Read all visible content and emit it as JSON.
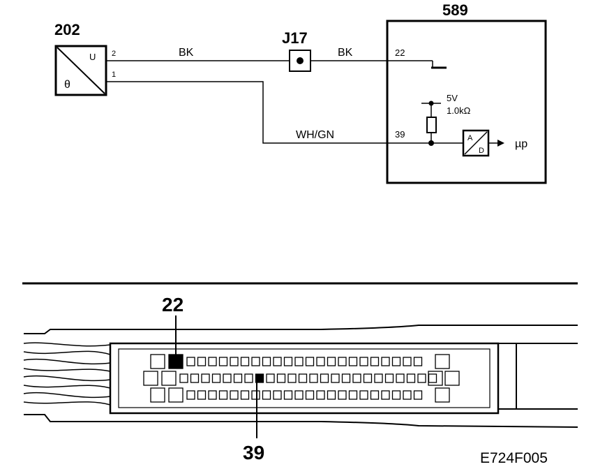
{
  "sensor": {
    "id": "202",
    "symbol_top": "U",
    "symbol_bottom": "θ",
    "pin_2": "2",
    "pin_1": "1"
  },
  "junction": {
    "id": "J17"
  },
  "ecu": {
    "id": "589",
    "pin_22": "22",
    "pin_39": "39",
    "supply": "5V",
    "resistor": "1.0kΩ",
    "adc_a": "A",
    "adc_d": "D",
    "output": "µp"
  },
  "wires": {
    "ground_left": "BK",
    "ground_right": "BK",
    "signal": "WH/GN"
  },
  "connector": {
    "callout_top": "22",
    "callout_bottom": "39"
  },
  "figure_ref": "E724F005"
}
